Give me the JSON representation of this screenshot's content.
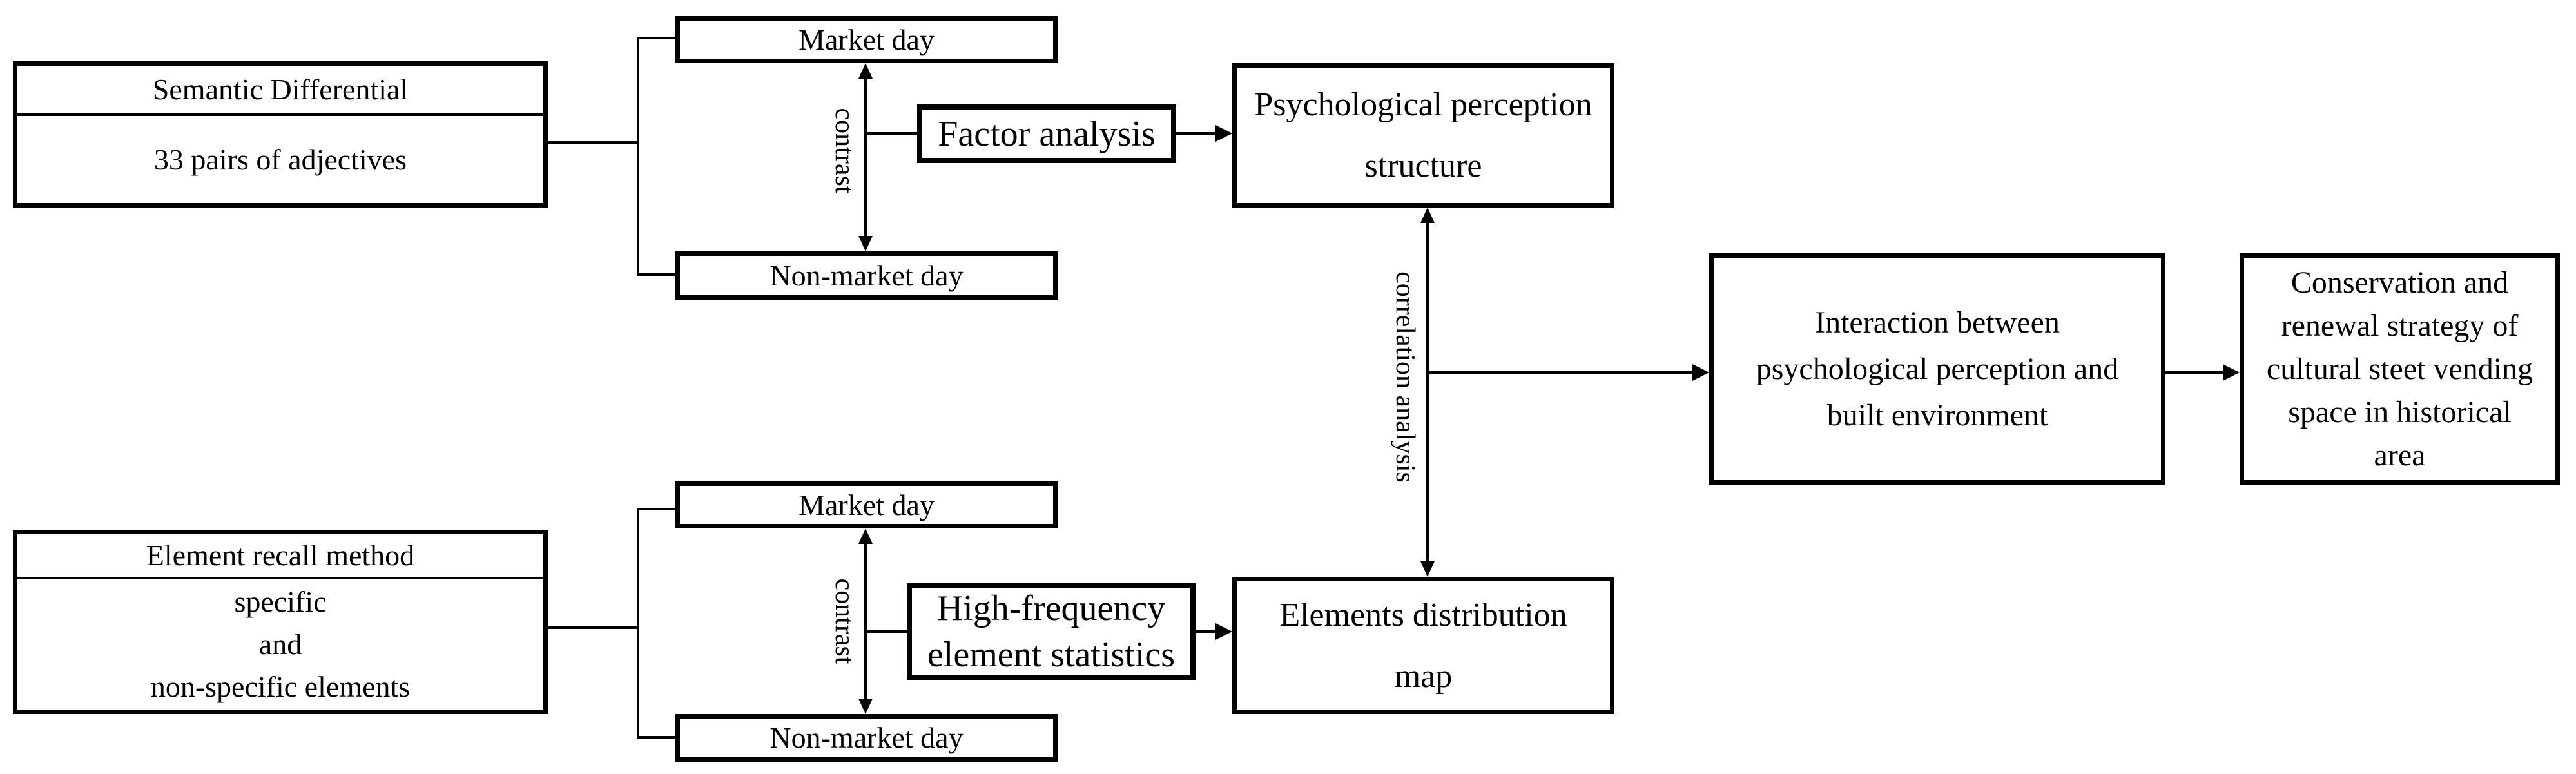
{
  "diagram": {
    "colors": {
      "ink": "#000000",
      "background": "#ffffff"
    },
    "nodes": {
      "semantic_differential": {
        "title": "Semantic Differential",
        "subtitle": "33 pairs of adjectives"
      },
      "element_recall": {
        "title": "Element recall method",
        "lines": [
          "specific",
          "and",
          "non-specific elements"
        ]
      },
      "market_day_top": {
        "label": "Market day"
      },
      "non_market_day_top": {
        "label": "Non-market day"
      },
      "market_day_bottom": {
        "label": "Market day"
      },
      "non_market_day_bottom": {
        "label": "Non-market day"
      },
      "factor_analysis": {
        "label": "Factor analysis"
      },
      "high_frequency_statistics": {
        "lines": [
          "High-frequency",
          "element statistics"
        ]
      },
      "psychological_perception": {
        "lines": [
          "Psychological perception",
          "structure"
        ]
      },
      "elements_distribution": {
        "lines": [
          "Elements distribution",
          "map"
        ]
      },
      "interaction": {
        "lines": [
          "Interaction between",
          "psychological perception and",
          "built environment"
        ]
      },
      "conservation": {
        "lines": [
          "Conservation and",
          "renewal strategy of",
          "cultural steet vending",
          "space in historical",
          "area"
        ]
      }
    },
    "edge_labels": {
      "contrast_top": "contrast",
      "contrast_bottom": "contrast",
      "correlation": "correlation analysis"
    }
  }
}
